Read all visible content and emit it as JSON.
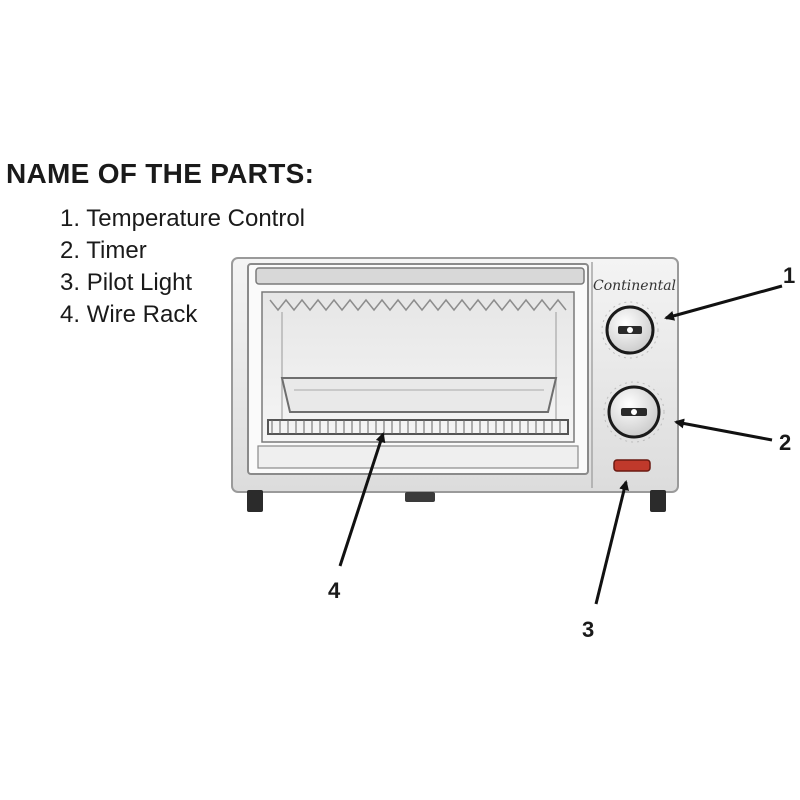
{
  "title": "NAME OF THE PARTS:",
  "parts": [
    {
      "number": "1.",
      "label": "Temperature Control"
    },
    {
      "number": "2.",
      "label": "Timer"
    },
    {
      "number": "3.",
      "label": "Pilot Light"
    },
    {
      "number": "4.",
      "label": "Wire Rack"
    }
  ],
  "callouts": [
    "1",
    "2",
    "3",
    "4"
  ],
  "brand": "Continental",
  "colors": {
    "oven_body": "#eeeeee",
    "pilot_light": "#c0392b",
    "text": "#1a1a1a"
  }
}
